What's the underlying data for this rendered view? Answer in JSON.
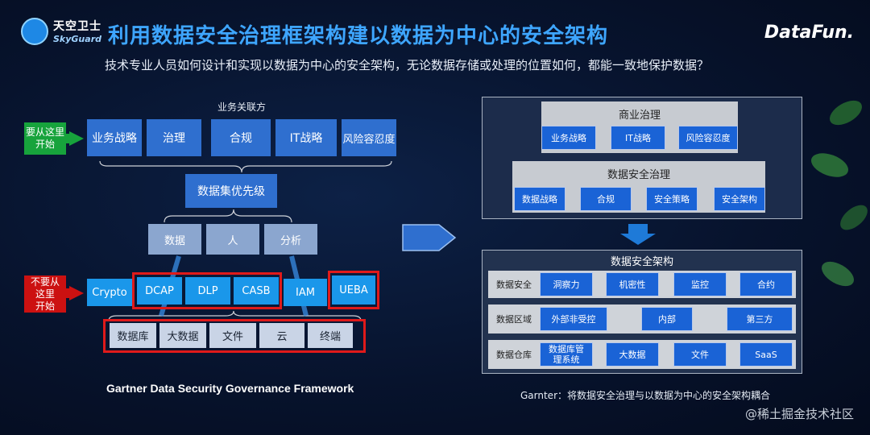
{
  "header": {
    "logo_cn": "天空卫士",
    "logo_en": "SkyGuard",
    "title": "利用数据安全治理框架构建以数据为中心的安全架构",
    "brand": "DataFun.",
    "subtitle": "技术专业人员如何设计和实现以数据为中心的安全架构，无论数据存储或处理的位置如何，都能一致地保护数据？"
  },
  "left": {
    "stakeholder_label": "业务关联方",
    "start_here": "要从这里\n开始",
    "not_start_here": "不要从\n这里\n开始",
    "top_row": [
      "业务战略",
      "治理",
      "合规",
      "IT战略",
      "风险容忍度"
    ],
    "priority": "数据集优先级",
    "middle_row": [
      "数据",
      "人",
      "分析"
    ],
    "controls_row": [
      "Crypto",
      "DCAP",
      "DLP",
      "CASB",
      "IAM",
      "UEBA"
    ],
    "storage_row": [
      "数据库",
      "大数据",
      "文件",
      "云",
      "终端"
    ],
    "caption": "Gartner Data Security Governance Framework"
  },
  "right": {
    "business_gov": {
      "title": "商业治理",
      "items": [
        "业务战略",
        "IT战略",
        "风险容忍度"
      ]
    },
    "data_sec_gov": {
      "title": "数据安全治理",
      "items": [
        "数据战略",
        "合规",
        "安全策略",
        "安全架构"
      ]
    },
    "arch": {
      "title": "数据安全架构",
      "rows": [
        {
          "label": "数据安全",
          "items": [
            "洞察力",
            "机密性",
            "监控",
            "合约"
          ]
        },
        {
          "label": "数据区域",
          "items": [
            "外部非受控",
            "内部",
            "第三方"
          ]
        },
        {
          "label": "数据仓库",
          "items": [
            "数据库管\n理系统",
            "大数据",
            "文件",
            "SaaS"
          ]
        }
      ]
    },
    "caption": "Garnter：将数据安全治理与以数据为中心的安全架构耦合"
  },
  "watermark": "@稀土掘金技术社区",
  "colors": {
    "title_blue": "#3ea6ff",
    "box_blue": "#2f6fcf",
    "control_blue": "#1a97ea",
    "highlight_red": "#e01a1a",
    "start_green": "#17a33c"
  }
}
